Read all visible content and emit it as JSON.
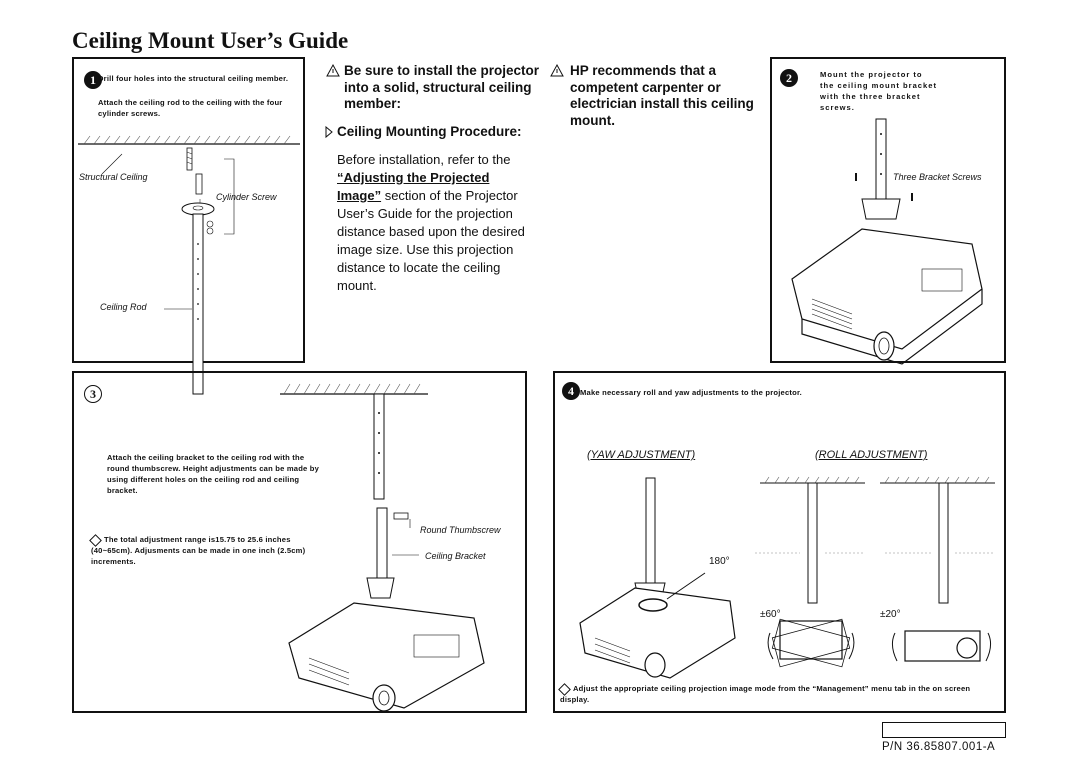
{
  "title": "Ceiling Mount User’s Guide",
  "step1": {
    "number": "1",
    "text_a": "Drill four holes into the structural ceiling member.",
    "text_b": "Attach the ceiling rod to the ceiling with the four cylinder screws.",
    "label_structural_ceiling": "Structural Ceiling",
    "label_cylinder_screw": "Cylinder Screw",
    "label_ceiling_rod": "Ceiling Rod"
  },
  "warning1": "Be sure to install the projector into a solid, structural ceiling member:",
  "warning2": "HP recommends that a competent carpenter or electrician install this ceiling mount.",
  "procedure": {
    "heading": "Ceiling Mounting Procedure:",
    "text_before": "Before installation, refer to the",
    "link": "“Adjusting the Projected Image”",
    "text_after": "section of the Projector User’s Guide for the projection distance based upon the desired image size. Use this projection distance to locate the ceiling mount."
  },
  "step2": {
    "number": "2",
    "text": "Mount the projector to the ceiling mount bracket with the three bracket screws.",
    "label_three_bracket_screws": "Three Bracket Screws"
  },
  "step3": {
    "number": "3",
    "text": "Attach the ceiling bracket to the ceiling rod with the round thumbscrew. Height adjustments can be made by using different holes on the ceiling rod and ceiling bracket.",
    "note": "The total adjustment range is15.75 to 25.6 inches (40~65cm). Adjusments can be made in one inch (2.5cm) increments.",
    "label_round_thumbscrew": "Round Thumbscrew",
    "label_ceiling_bracket": "Ceiling Bracket"
  },
  "step4": {
    "number": "4",
    "text": "Make necessary roll and yaw adjustments to the projector.",
    "yaw_label": "(YAW ADJUSTMENT)",
    "roll_label": "(ROLL ADJUSTMENT)",
    "angle_180": "180°",
    "angle_60": "±60°",
    "angle_20": "±20°",
    "note": "Adjust the appropriate ceiling projection image mode from the “Management” menu tab in the on screen display."
  },
  "part_number": "P/N 36.85807.001-A"
}
